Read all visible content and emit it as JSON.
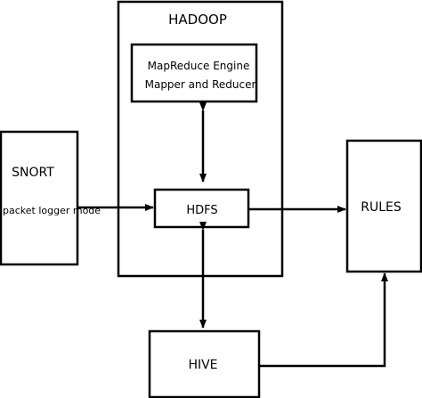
{
  "diagram": {
    "hadoop": {
      "title": "HADOOP"
    },
    "mapreduce": {
      "line1": "MapReduce Engine",
      "line2": "Mapper and Reducer"
    },
    "hdfs": {
      "label": "HDFS"
    },
    "snort": {
      "title": "SNORT",
      "subtitle": "packet logger mode"
    },
    "rules": {
      "label": "RULES"
    },
    "hive": {
      "label": "HIVE"
    }
  }
}
